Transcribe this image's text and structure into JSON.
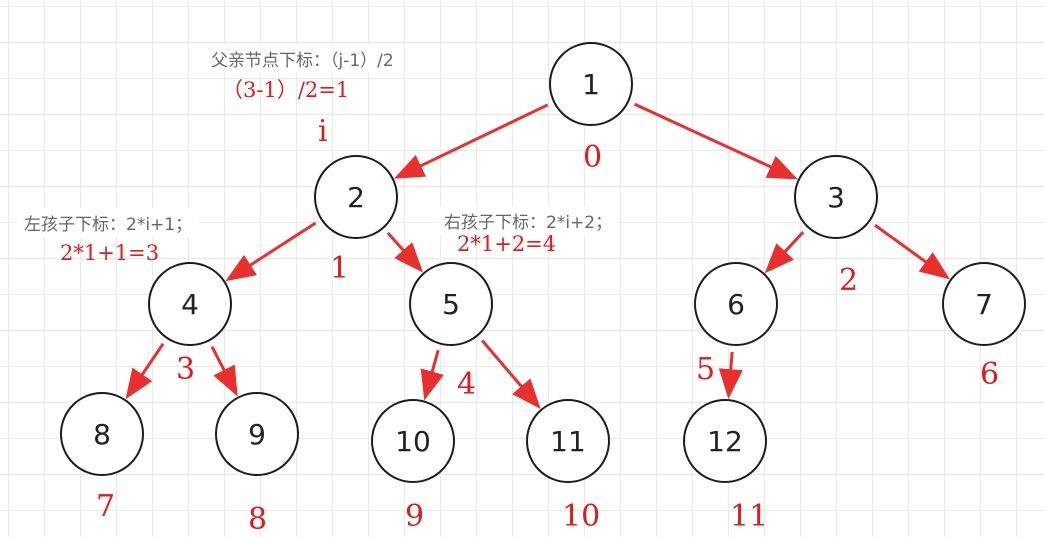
{
  "nodes": [
    {
      "value": "1",
      "index": "0"
    },
    {
      "value": "2",
      "index": "1"
    },
    {
      "value": "3",
      "index": "2"
    },
    {
      "value": "4",
      "index": "3"
    },
    {
      "value": "5",
      "index": "4"
    },
    {
      "value": "6",
      "index": "5"
    },
    {
      "value": "7",
      "index": "6"
    },
    {
      "value": "8",
      "index": "7"
    },
    {
      "value": "9",
      "index": "8"
    },
    {
      "value": "10",
      "index": "9"
    },
    {
      "value": "11",
      "index": "10"
    },
    {
      "value": "12",
      "index": "11"
    }
  ],
  "edges": [
    [
      0,
      1
    ],
    [
      0,
      2
    ],
    [
      1,
      3
    ],
    [
      1,
      4
    ],
    [
      2,
      5
    ],
    [
      2,
      6
    ],
    [
      3,
      7
    ],
    [
      3,
      8
    ],
    [
      4,
      9
    ],
    [
      4,
      10
    ],
    [
      5,
      11
    ]
  ],
  "labels": {
    "parent_formula": "父亲节点下标：（j-1）/2",
    "parent_example": "（3-1）/2=1",
    "i_marker": "i",
    "left_formula": "左孩子下标：2*i+1；",
    "left_example": "2*1+1=3",
    "right_formula": "右孩子下标：2*i+2；",
    "right_example": "2*1+2=4"
  },
  "colors": {
    "accent": "#e8302f",
    "node_border": "#1c1c1c",
    "grid": "#e9e9e9"
  }
}
